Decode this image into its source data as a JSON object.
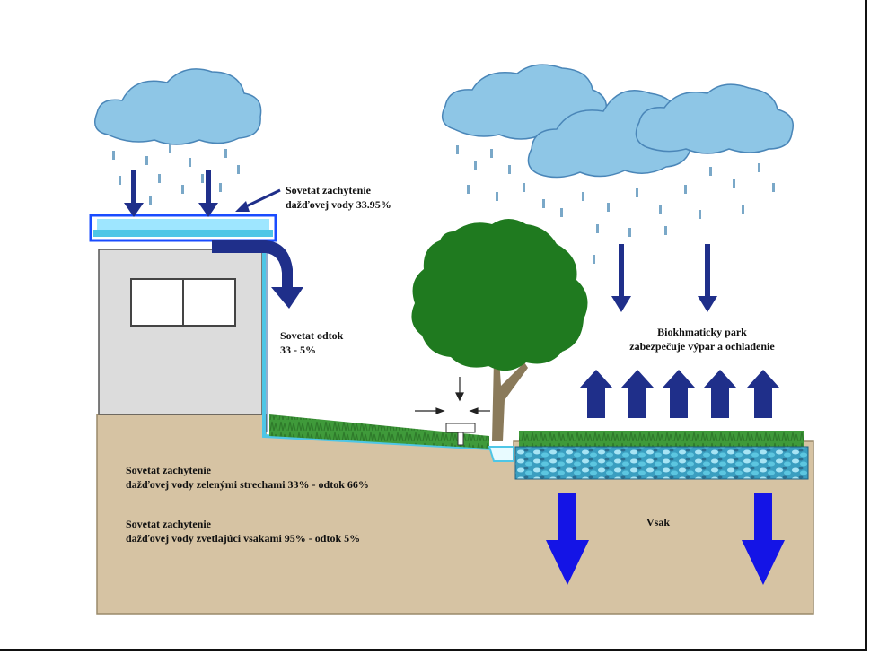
{
  "labels": {
    "roof_retention_1": "Sovetat zachytenie",
    "roof_retention_2": "dažďovej vody 33.95%",
    "roof_runoff_1": "Sovetat odtok",
    "roof_runoff_2": "33 - 5%",
    "park_1": "Biokhmaticky park",
    "park_2": "zabezpečuje výpar a ochladenie",
    "paved_1": "Sovetat zachytenie",
    "paved_2": "dažďovej vody zelenými strechami 33% - odtok 66%",
    "green_1": "Sovetat zachytenie",
    "green_2": "dažďovej vody zvetlajúci vsakami 95% - odtok 5%",
    "infiltration": "Vsak"
  },
  "colors": {
    "cloud": "#8ec6e6",
    "cloud_outline": "#4a86b8",
    "rain": "#7aa8c8",
    "arrow_navy": "#1f2f8a",
    "arrow_blue": "#1414e6",
    "building": "#dcdcdc",
    "ground": "#d6c3a3",
    "grass": "#3f9a3a",
    "tree_foliage": "#1f7a1f",
    "trunk": "#8a7a5a",
    "water": "#4ec6e6"
  }
}
